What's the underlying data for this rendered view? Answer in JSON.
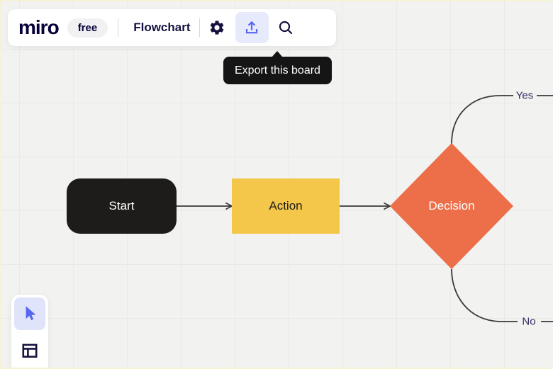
{
  "toolbar": {
    "logo_text": "miro",
    "plan_badge": "free",
    "board_title": "Flowchart",
    "buttons": [
      {
        "name": "settings",
        "icon": "gear-icon"
      },
      {
        "name": "export",
        "icon": "upload-icon",
        "state": "highlighted"
      },
      {
        "name": "search",
        "icon": "search-icon"
      }
    ]
  },
  "tooltip": {
    "text": "Export this board"
  },
  "flowchart": {
    "nodes": [
      {
        "id": "start",
        "label": "Start",
        "shape": "rounded-rectangle",
        "fill": "#1D1C1A",
        "text_color": "#FFFFFF"
      },
      {
        "id": "action",
        "label": "Action",
        "shape": "rectangle",
        "fill": "#F4C64A",
        "text_color": "#1F1E1B"
      },
      {
        "id": "decision",
        "label": "Decision",
        "shape": "diamond",
        "fill": "#EC6F4A",
        "text_color": "#FFFFFF"
      }
    ],
    "connectors": [
      {
        "from": "start",
        "to": "action",
        "label": ""
      },
      {
        "from": "action",
        "to": "decision",
        "label": ""
      },
      {
        "from": "decision",
        "to": "offscreen-right",
        "label": "Yes"
      },
      {
        "from": "decision",
        "to": "offscreen-right",
        "label": "No"
      }
    ]
  },
  "left_toolbar": {
    "tools": [
      {
        "name": "select",
        "icon": "cursor-icon",
        "selected": true
      },
      {
        "name": "frames",
        "icon": "frames-icon",
        "selected": false
      }
    ]
  },
  "colors": {
    "canvas_bg": "#F2F2F0",
    "grid_line": "#E9E9E6",
    "brand_navy": "#050038",
    "accent_blue": "#5867EE",
    "export_btn_bg": "#E7EAFB",
    "tooltip_bg": "#151515",
    "connector": "#3A3A3A",
    "connector_label": "#2F2B63",
    "node_start": "#1D1C1A",
    "node_action": "#F4C64A",
    "node_decision": "#EC6F4A"
  }
}
